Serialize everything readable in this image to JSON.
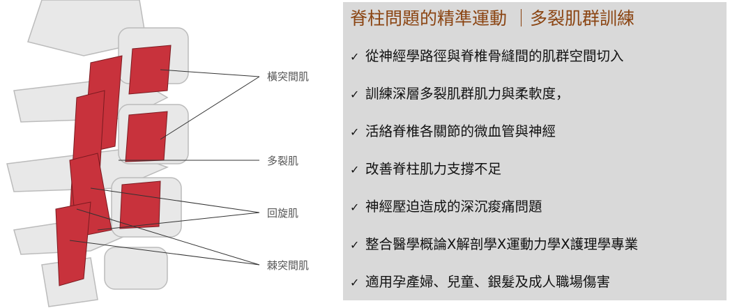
{
  "illustration": {
    "labels": [
      "橫突間肌",
      "多裂肌",
      "回旋肌",
      "棘突間肌"
    ],
    "muscle_color": "#c8323c",
    "bone_color": "#e6e6e6"
  },
  "panel": {
    "title": "脊柱問題的精準運動 ｜多裂肌群訓練",
    "title_color": "#8b4513",
    "background": "#d9d9d9",
    "check_icon": "✓",
    "items": [
      "從神經學路徑與脊椎骨縫間的肌群空間切入",
      "訓練深層多裂肌群肌力與柔軟度，",
      "活絡脊椎各關節的微血管與神經",
      "改善脊柱肌力支撐不足",
      "神經壓迫造成的深沉痠痛問題",
      "整合醫學概論X解剖學X運動力學X護理學專業",
      "適用孕產婦、兒童、銀髮及成人職場傷害"
    ]
  }
}
